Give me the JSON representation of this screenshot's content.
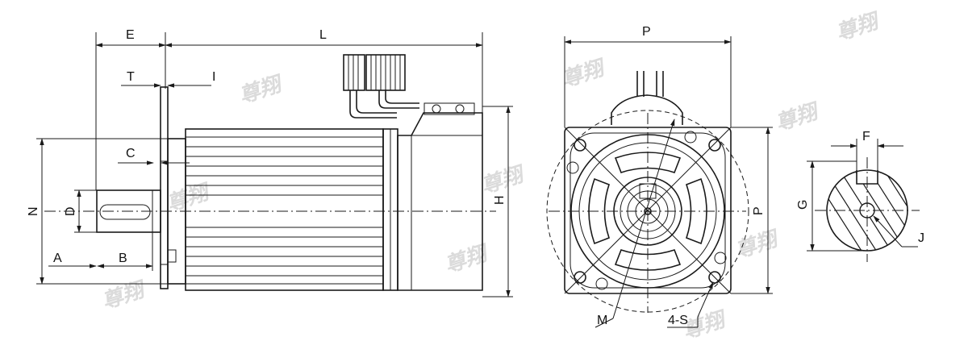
{
  "dimension_labels": {
    "E": "E",
    "L": "L",
    "T": "T",
    "I": "I",
    "C": "C",
    "N": "N",
    "D": "D",
    "A": "A",
    "B": "B",
    "H": "H",
    "P_top": "P",
    "P_right": "P",
    "M": "M",
    "S": "4-S",
    "F": "F",
    "G": "G",
    "J": "J"
  },
  "watermark": "尊翔",
  "colors": {
    "line": "#1a1a1a",
    "watermark": "#cfcfcf",
    "background": "#ffffff"
  }
}
